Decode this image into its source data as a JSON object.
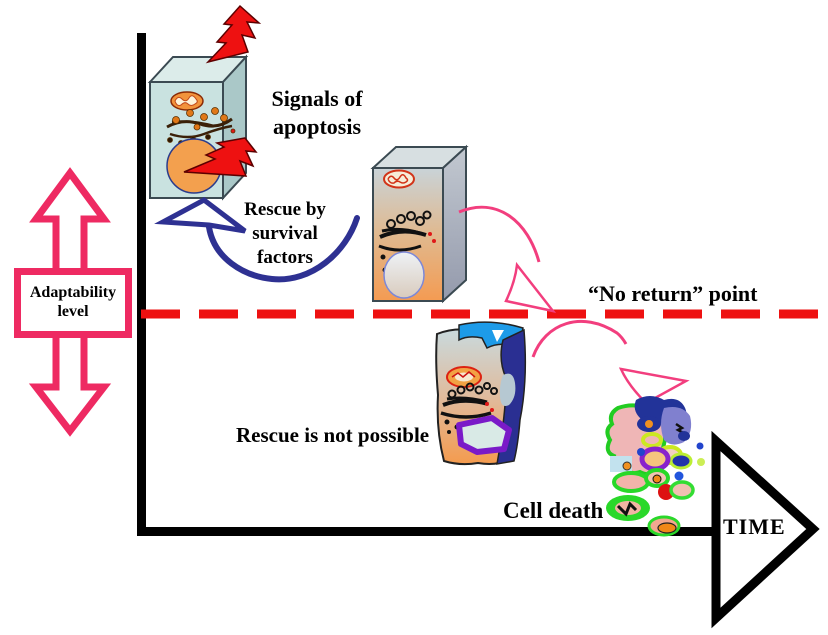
{
  "diagram": {
    "labels": {
      "signals_of_apoptosis": "Signals of\napoptosis",
      "rescue_by_survival_factors": "Rescue by\nsurvival\nfactors",
      "no_return_point": "“No return” point",
      "rescue_is_not_possible": "Rescue is not possible",
      "cell_death": "Cell death",
      "time_axis": "TIME",
      "adaptability_level": "Adaptability\nlevel"
    },
    "colors": {
      "axis": "#000000",
      "no_return_dashed_line": "#ee1111",
      "lightning": "#ee1111",
      "adaptability_arrow": "#ee2a62",
      "rescue_arrow": "#2e3192",
      "progression_arrow": "#f23e7e",
      "healthy_cell_body": "#c9e2e0",
      "stressed_cell_bottom": "#f49b52",
      "dying_cell_side": "#2a2f92",
      "dying_cell_top": "#1d9be8",
      "nucleus_outline_dying": "#7a1ac8",
      "debris_green": "#22dd22"
    }
  }
}
